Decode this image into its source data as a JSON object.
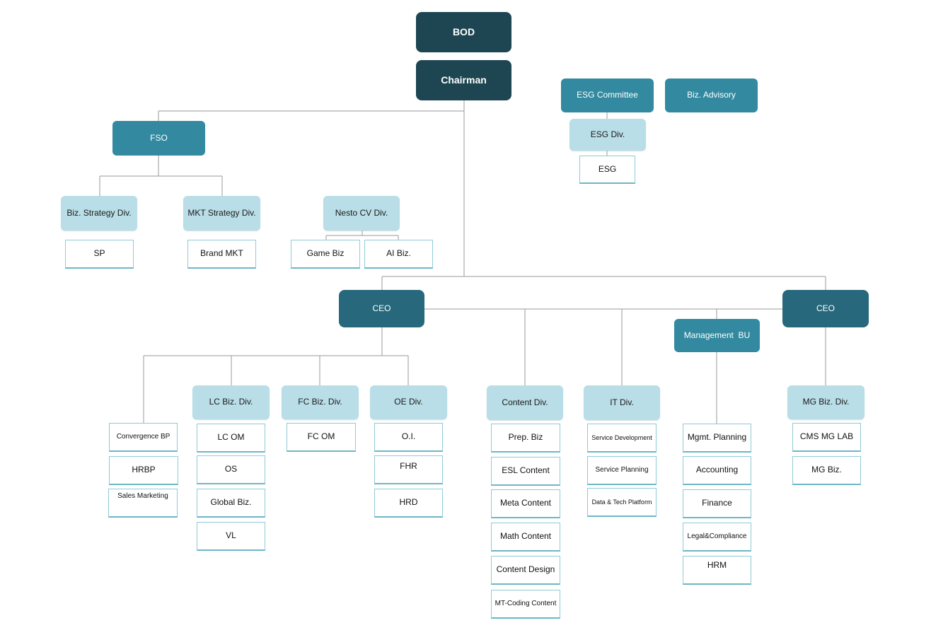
{
  "colors": {
    "exec": "#1d4652",
    "ceo": "#27687c",
    "mid": "#338aa0",
    "division": "#b9dee7",
    "leaf_border": "#8fcbd6",
    "connector": "#9a9a9a"
  },
  "org": {
    "bod": "BOD",
    "chairman": "Chairman",
    "esg_committee": "ESG Committee",
    "biz_advisory": "Biz. Advisory",
    "esg_div": "ESG Div.",
    "esg": "ESG",
    "fso": "FSO",
    "biz_strategy_div": "Biz. Strategy Div.",
    "sp": "SP",
    "mkt_strategy_div": "MKT Strategy Div.",
    "brand_mkt": "Brand MKT",
    "nesto_cv_div": "Nesto CV Div.",
    "game_biz": "Game Biz",
    "ai_biz": "AI Biz.",
    "ceo_left": "CEO",
    "ceo_right": "CEO",
    "management_bu": "Management  BU",
    "ceo_direct": [
      "Convergence BP",
      "HRBP",
      "Sales Marketing"
    ],
    "lc_biz_div": "LC Biz. Div.",
    "lc_items": [
      "LC OM",
      "OS",
      "Global Biz.",
      "VL"
    ],
    "fc_biz_div": "FC Biz. Div.",
    "fc_items": [
      "FC OM"
    ],
    "oe_div": "OE Div.",
    "oe_items": [
      "O.I.",
      "FHR",
      "HRD"
    ],
    "content_div": "Content Div.",
    "content_items": [
      "Prep. Biz",
      "ESL Content",
      "Meta Content",
      "Math Content",
      "Content Design",
      "MT-Coding Content"
    ],
    "it_div": "IT Div.",
    "it_items": [
      "Service Development",
      "Service Planning",
      "Data & Tech Platform"
    ],
    "mgmt_items": [
      "Mgmt. Planning",
      "Accounting",
      "Finance",
      "Legal&Compliance",
      "HRM"
    ],
    "mg_biz_div": "MG Biz. Div.",
    "mg_items": [
      "CMS MG LAB",
      "MG Biz."
    ]
  }
}
